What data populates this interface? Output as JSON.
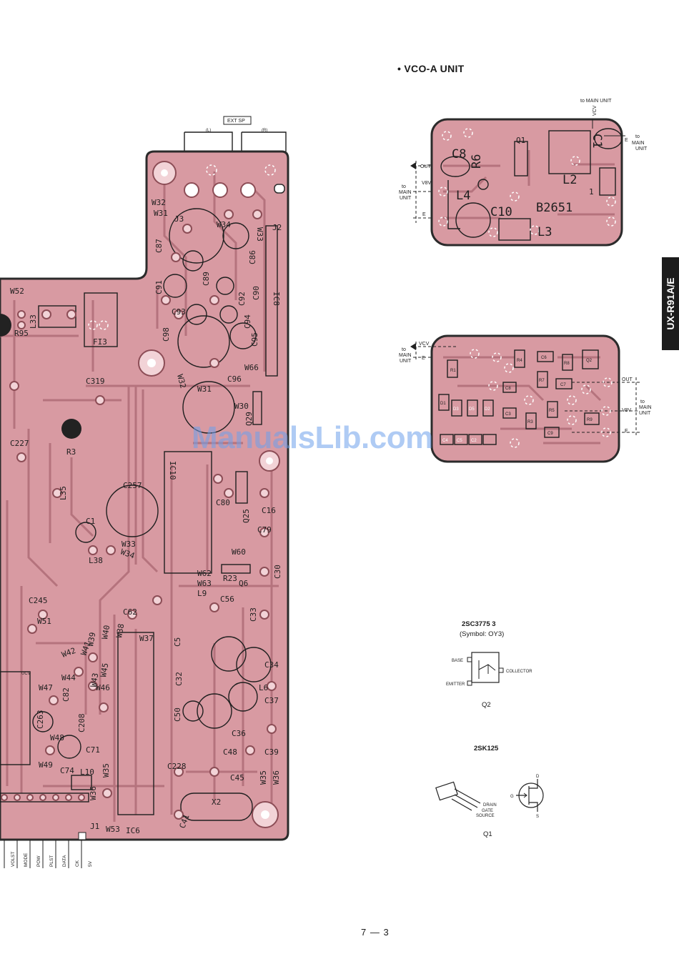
{
  "heading": "• VCO-A UNIT",
  "side_tab": "UX-R91A/E",
  "page_number": "7 — 3",
  "watermark": "ManualsLib.com",
  "main_board": {
    "ext_sp": "EXT SP",
    "left_ch": "(L)",
    "right_ch": "(R)",
    "labels": {
      "w32": "W32",
      "w31": "W31",
      "j3": "J3",
      "w34": "W34",
      "w33": "W33",
      "j2": "J2",
      "c87": "C87",
      "c86": "C86",
      "c89": "C89",
      "c91": "C91",
      "c90": "C90",
      "c92": "C92",
      "ic8": "IC8",
      "c93": "C93",
      "c94": "C94",
      "c95": "C95",
      "c98": "C98",
      "w52": "W52",
      "l33": "L33",
      "r95": "R95",
      "fi3": "FI3",
      "c319": "C319",
      "w66": "W66",
      "w32b": "W32",
      "w31b": "W31",
      "w30": "W30",
      "c96": "C96",
      "q29": "Q29",
      "c227": "C227",
      "r3": "R3",
      "ic10": "IC10",
      "c257": "C257",
      "l35": "L35",
      "c80": "C80",
      "c16": "C16",
      "q25": "Q25",
      "c1": "C1",
      "c79": "C79",
      "w34b": "W34",
      "w33b": "W33",
      "w60": "W60",
      "l38": "L38",
      "w62": "W62",
      "w63": "W63",
      "l9": "L9",
      "r23": "R23",
      "q6": "Q6",
      "c30": "C30",
      "c245": "C245",
      "c56": "C56",
      "c62": "C62",
      "c33": "C33",
      "w51": "W51",
      "w39": "W39",
      "w40": "W40",
      "w38": "W38",
      "w37": "W37",
      "w41": "W41",
      "w42": "W42",
      "c5": "C5",
      "c34": "C34",
      "w44": "W44",
      "w45": "W45",
      "w43": "W43",
      "c32": "C32",
      "w47": "W47",
      "w46": "W46",
      "l6": "L6",
      "c82": "C82",
      "c37": "C37",
      "c263": "C263",
      "c208": "C208",
      "c50": "C50",
      "w48": "W48",
      "c36": "C36",
      "c71": "C71",
      "c48": "C48",
      "c39": "C39",
      "w49": "W49",
      "c74": "C74",
      "l10": "L10",
      "c228": "C228",
      "c45": "C45",
      "w35": "W35",
      "w36": "W36",
      "w35b": "W35",
      "w36b": "W36",
      "x2": "X2",
      "w53": "W53",
      "ic6": "IC6",
      "c41": "C41",
      "j1": "J1",
      "ucv": "UCV"
    },
    "connector_pins": [
      "VOLST",
      "MODE",
      "POW",
      "PLST",
      "DATA",
      "CK",
      "5V"
    ]
  },
  "vco_top": {
    "to_main_top": "to MAIN UNIT",
    "vcv": "VCV",
    "e_right": "E",
    "to_main_right": [
      "to",
      "MAIN",
      "UNIT"
    ],
    "out": "OUT",
    "v8v": "V8V",
    "e_left": "E",
    "to_main_left": [
      "to",
      "MAIN",
      "UNIT"
    ],
    "parts": {
      "c8": "C8",
      "r6": "R6",
      "q1": "Q1",
      "c1": "C1",
      "l2": "L2",
      "l4": "L4",
      "c10": "C10",
      "b2651": "B2651",
      "l3": "L3",
      "one": "1"
    }
  },
  "vco_bottom": {
    "to_main_left": [
      "to",
      "MAIN",
      "UNIT"
    ],
    "vcv": "VCV",
    "e_left": "E",
    "out": "OUT",
    "to_main_right": [
      "to",
      "MAIN",
      "UNIT"
    ],
    "v8v": "V8V",
    "e_right": "E",
    "parts": {
      "r1": "R1",
      "r4": "R4",
      "c6": "C6",
      "r3": "R3",
      "r8": "R8",
      "q2": "Q2",
      "r7": "R7",
      "c7": "C7",
      "c8": "C8",
      "d1": "D1",
      "d3": "D3",
      "d5": "D5",
      "d2": "D2",
      "c3": "C3",
      "r5": "R5",
      "c4": "C4",
      "r9": "R9",
      "c5": "C5",
      "c2": "C2",
      "c9": "C9"
    }
  },
  "transistor_q2": {
    "part": "2SC3775 3",
    "symbol": "(Symbol: OY3)",
    "base": "BASE",
    "emitter": "EMITTER",
    "collector": "COLLECTOR",
    "ref": "Q2"
  },
  "transistor_q1": {
    "part": "2SK125",
    "drain": "DRAIN",
    "gate": "GATE",
    "source": "SOURCE",
    "g": "G",
    "d": "D",
    "s": "S",
    "ref": "Q1"
  }
}
